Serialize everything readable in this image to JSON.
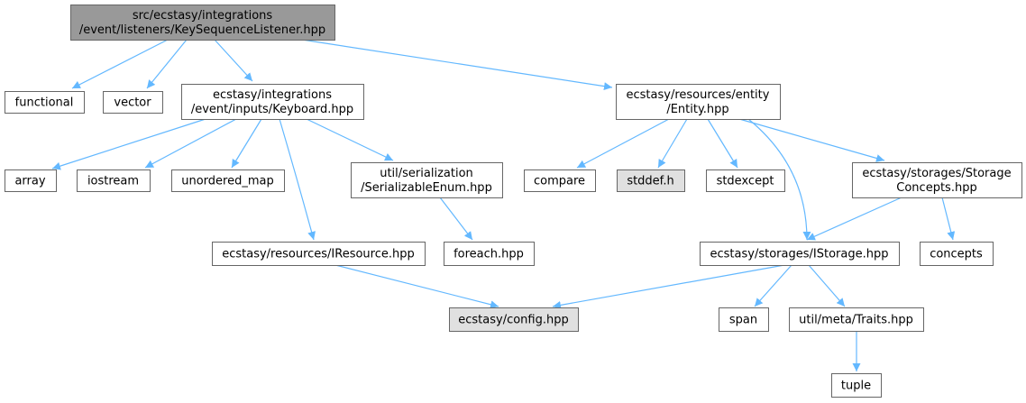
{
  "colors": {
    "edge": "#63b8ff",
    "node_fill": "#ffffff",
    "node_fill_root": "#999999",
    "node_fill_gray": "#e0e0e0",
    "node_border": "#666666"
  },
  "nodes": [
    {
      "id": "root",
      "lines": [
        "src/ecstasy/integrations",
        "/event/listeners/KeySequenceListener.hpp"
      ],
      "style": "root"
    },
    {
      "id": "functional",
      "lines": [
        "functional"
      ],
      "style": "normal"
    },
    {
      "id": "vector",
      "lines": [
        "vector"
      ],
      "style": "normal"
    },
    {
      "id": "keyboard",
      "lines": [
        "ecstasy/integrations",
        "/event/inputs/Keyboard.hpp"
      ],
      "style": "normal"
    },
    {
      "id": "entity",
      "lines": [
        "ecstasy/resources/entity",
        "/Entity.hpp"
      ],
      "style": "normal"
    },
    {
      "id": "array",
      "lines": [
        "array"
      ],
      "style": "normal"
    },
    {
      "id": "iostream",
      "lines": [
        "iostream"
      ],
      "style": "normal"
    },
    {
      "id": "unordered_map",
      "lines": [
        "unordered_map"
      ],
      "style": "normal"
    },
    {
      "id": "serializable",
      "lines": [
        "util/serialization",
        "/SerializableEnum.hpp"
      ],
      "style": "normal"
    },
    {
      "id": "compare",
      "lines": [
        "compare"
      ],
      "style": "normal"
    },
    {
      "id": "stddef",
      "lines": [
        "stddef.h"
      ],
      "style": "gray"
    },
    {
      "id": "stdexcept",
      "lines": [
        "stdexcept"
      ],
      "style": "normal"
    },
    {
      "id": "storageconcepts",
      "lines": [
        "ecstasy/storages/Storage",
        "Concepts.hpp"
      ],
      "style": "normal"
    },
    {
      "id": "iresource",
      "lines": [
        "ecstasy/resources/IResource.hpp"
      ],
      "style": "normal"
    },
    {
      "id": "foreach",
      "lines": [
        "foreach.hpp"
      ],
      "style": "normal"
    },
    {
      "id": "istorage",
      "lines": [
        "ecstasy/storages/IStorage.hpp"
      ],
      "style": "normal"
    },
    {
      "id": "concepts",
      "lines": [
        "concepts"
      ],
      "style": "normal"
    },
    {
      "id": "config",
      "lines": [
        "ecstasy/config.hpp"
      ],
      "style": "gray"
    },
    {
      "id": "span",
      "lines": [
        "span"
      ],
      "style": "normal"
    },
    {
      "id": "traits",
      "lines": [
        "util/meta/Traits.hpp"
      ],
      "style": "normal"
    },
    {
      "id": "tuple",
      "lines": [
        "tuple"
      ],
      "style": "normal"
    }
  ],
  "edges": [
    {
      "from": "root",
      "to": "functional"
    },
    {
      "from": "root",
      "to": "vector"
    },
    {
      "from": "root",
      "to": "keyboard"
    },
    {
      "from": "root",
      "to": "entity"
    },
    {
      "from": "keyboard",
      "to": "array"
    },
    {
      "from": "keyboard",
      "to": "iostream"
    },
    {
      "from": "keyboard",
      "to": "unordered_map"
    },
    {
      "from": "keyboard",
      "to": "serializable"
    },
    {
      "from": "keyboard",
      "to": "iresource"
    },
    {
      "from": "serializable",
      "to": "foreach"
    },
    {
      "from": "entity",
      "to": "compare"
    },
    {
      "from": "entity",
      "to": "stddef"
    },
    {
      "from": "entity",
      "to": "stdexcept"
    },
    {
      "from": "entity",
      "to": "storageconcepts"
    },
    {
      "from": "entity",
      "to": "istorage"
    },
    {
      "from": "storageconcepts",
      "to": "istorage"
    },
    {
      "from": "storageconcepts",
      "to": "concepts"
    },
    {
      "from": "iresource",
      "to": "config"
    },
    {
      "from": "istorage",
      "to": "config"
    },
    {
      "from": "istorage",
      "to": "span"
    },
    {
      "from": "istorage",
      "to": "traits"
    },
    {
      "from": "traits",
      "to": "tuple"
    }
  ]
}
